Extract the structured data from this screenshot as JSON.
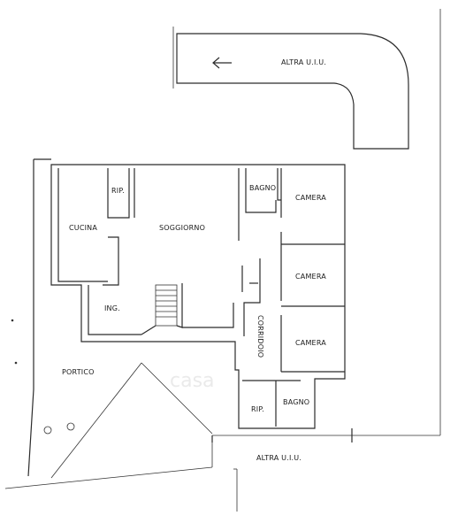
{
  "labels": {
    "altra_top": "ALTRA U.I.U.",
    "altra_bottom": "ALTRA U.I.U.",
    "bagno_top": "BAGNO",
    "camera_1": "CAMERA",
    "camera_2": "CAMERA",
    "camera_3": "CAMERA",
    "rip_top": "RIP.",
    "cucina": "CUCINA",
    "soggiorno": "SOGGIORNO",
    "ing": "ING.",
    "corridoio": "CORRIDOIO",
    "portico": "PORTICO",
    "rip_bottom": "RIP.",
    "bagno_bottom": "BAGNO"
  },
  "watermark": "casa"
}
